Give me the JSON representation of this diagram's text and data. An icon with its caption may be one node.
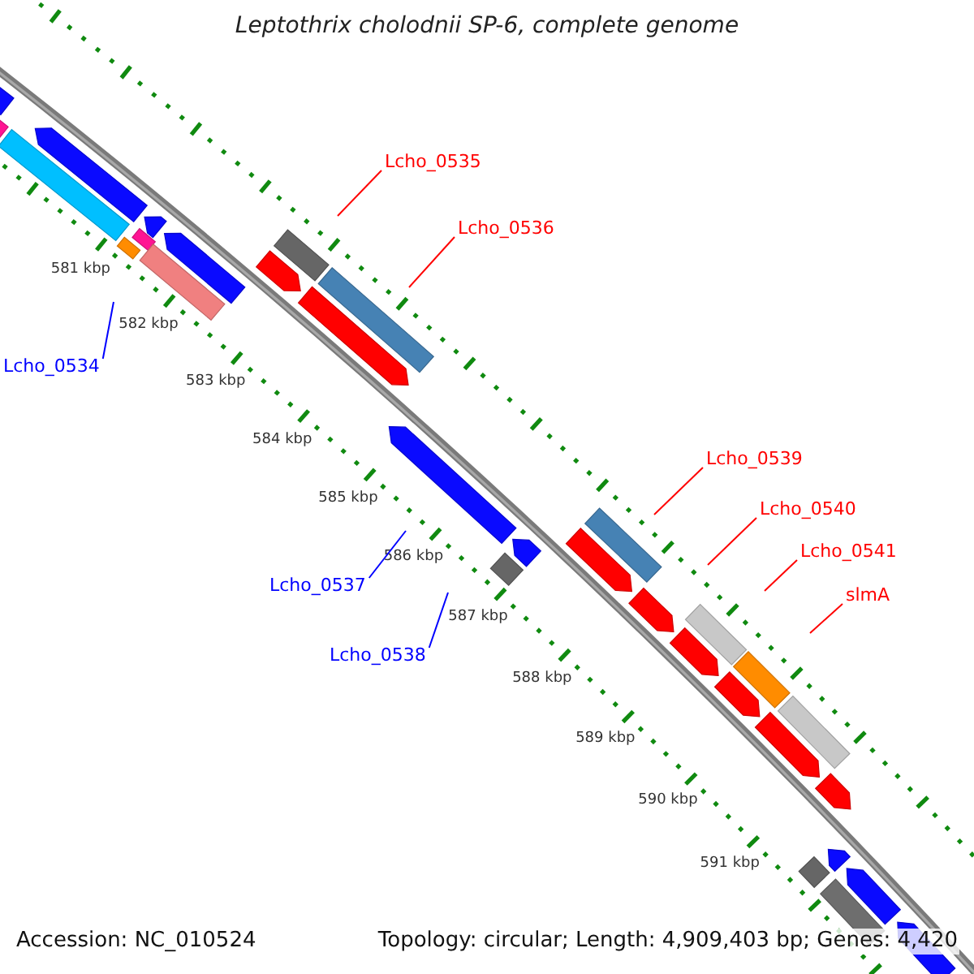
{
  "diagram": {
    "title": "Leptothrix cholodnii SP-6, complete genome",
    "nodes": [
      {
        "text": [
          "Lcho_0535"
        ]
      },
      {
        "text": [
          "Lcho_0536"
        ]
      },
      {
        "text": [
          "Lcho_0534"
        ]
      },
      {
        "text": [
          "Lcho_0539"
        ]
      },
      {
        "text": [
          "Lcho_0540"
        ]
      },
      {
        "text": [
          "Lcho_0541"
        ]
      },
      {
        "text": [
          "Lcho_0537"
        ]
      },
      {
        "text": [
          "slmA"
        ]
      },
      {
        "text": [
          "Lcho_0538"
        ]
      }
    ],
    "edges": [
      {
        "from": 0,
        "to": null,
        "arrow": "none"
      },
      {
        "from": 1,
        "to": null,
        "arrow": "none"
      },
      {
        "from": 2,
        "to": null,
        "arrow": "none",
        "color": "#0000ff"
      },
      {
        "from": 3,
        "to": null,
        "arrow": "none"
      },
      {
        "from": 4,
        "to": null,
        "arrow": "none"
      },
      {
        "from": 5,
        "to": null,
        "arrow": "none"
      },
      {
        "from": 6,
        "to": null,
        "arrow": "none",
        "color": "#0000ff"
      },
      {
        "from": 7,
        "to": null,
        "arrow": "none"
      },
      {
        "from": 8,
        "to": null,
        "arrow": "none",
        "color": "#0000ff"
      }
    ],
    "labels": [
      "581 kbp",
      "582 kbp",
      "583 kbp",
      "584 kbp",
      "585 kbp",
      "586 kbp",
      "587 kbp",
      "588 kbp",
      "589 kbp",
      "590 kbp",
      "591 kbp",
      "Accession: NC_010524",
      "Topology: circular; Length: 4,909,403 bp; Genes: 4,420"
    ]
  }
}
